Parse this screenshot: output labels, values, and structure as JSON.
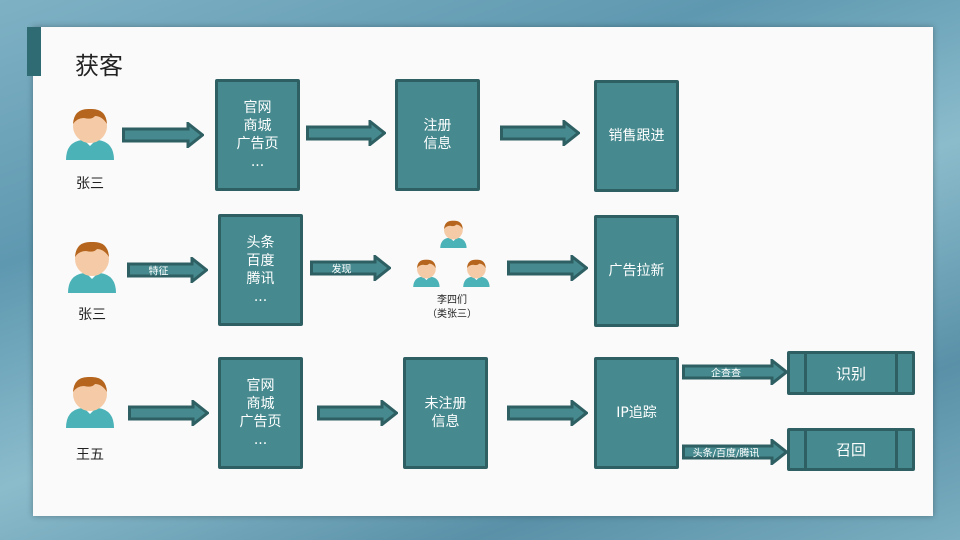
{
  "title": "获客",
  "rows": [
    {
      "person": "张三",
      "arrows": [
        "",
        "",
        ""
      ],
      "boxes": [
        [
          "官网",
          "商城",
          "广告页",
          "..."
        ],
        [
          "注册",
          "信息"
        ],
        [
          "销售跟进"
        ]
      ]
    },
    {
      "person": "张三",
      "arrows": [
        "特征",
        "发现",
        ""
      ],
      "boxes": [
        [
          "头条",
          "百度",
          "腾讯",
          "..."
        ],
        [
          "广告拉新"
        ]
      ],
      "group": {
        "name": "李四们",
        "note": "（类张三）"
      }
    },
    {
      "person": "王五",
      "arrows": [
        "",
        "",
        "",
        "企查查",
        "头条/百度/腾讯"
      ],
      "boxes": [
        [
          "官网",
          "商城",
          "广告页",
          "..."
        ],
        [
          "未注册",
          "信息"
        ],
        [
          "IP追踪"
        ]
      ],
      "outcomes": [
        "识别",
        "召回"
      ]
    }
  ],
  "colors": {
    "box": "#468a8f",
    "border": "#2e5f63",
    "skin": "#f5cba7",
    "hair": "#b5651d",
    "shirt": "#4bb3b8"
  }
}
